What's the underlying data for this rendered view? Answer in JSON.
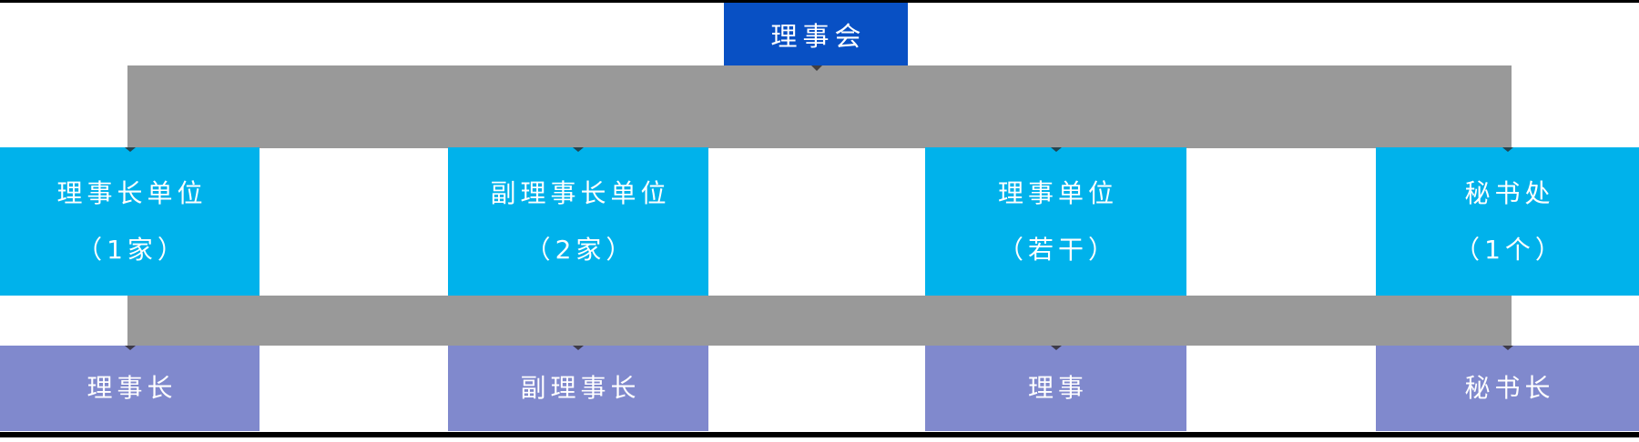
{
  "palette": {
    "root_blue": "#0850c4",
    "unit_cyan": "#00b2eb",
    "role_purple": "#8089cd",
    "connector_gray": "#999999",
    "rule_black": "#000000",
    "text_white": "#ffffff"
  },
  "root": {
    "label": "理事会"
  },
  "unit_row": [
    {
      "line1": "理事长单位",
      "line2": "（1家）"
    },
    {
      "line1": "副理事长单位",
      "line2": "（2家）"
    },
    {
      "line1": "理事单位",
      "line2": "（若干）"
    },
    {
      "line1": "秘书处",
      "line2": "（1个）"
    }
  ],
  "role_row": [
    {
      "label": "理事长"
    },
    {
      "label": "副理事长"
    },
    {
      "label": "理事"
    },
    {
      "label": "秘书长"
    }
  ]
}
